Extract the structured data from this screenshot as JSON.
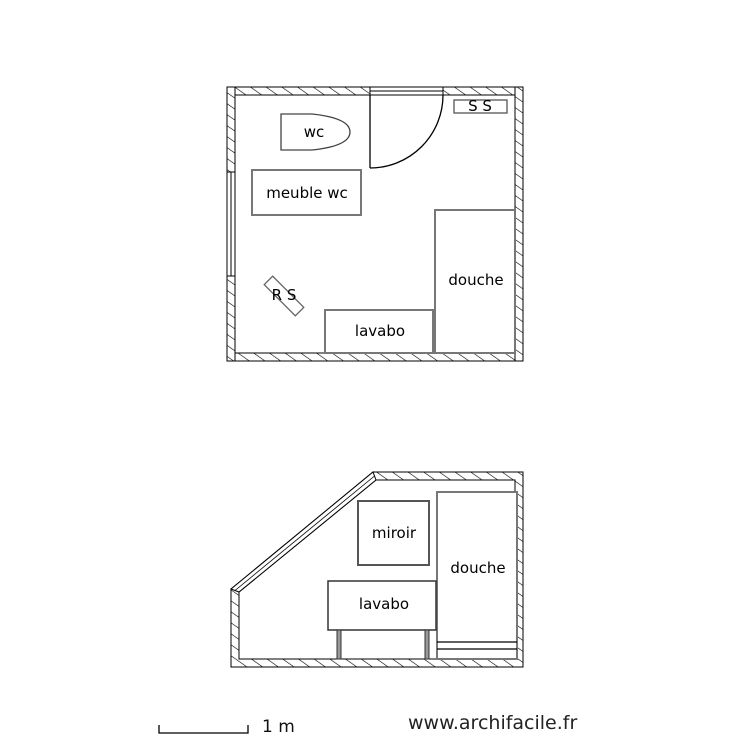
{
  "plans": [
    {
      "name": "floor-plan-top",
      "items": {
        "wc": "wc",
        "meuble_wc": "meuble wc",
        "ss": "S S",
        "rs": "R S",
        "douche": "douche",
        "lavabo": "lavabo"
      }
    },
    {
      "name": "elevation-bottom",
      "items": {
        "miroir": "miroir",
        "douche": "douche",
        "lavabo": "lavabo"
      }
    }
  ],
  "footer": {
    "scale_label": "1 m",
    "site": "www.archifacile.fr"
  },
  "colors": {
    "wall": "#000000",
    "fixture_border": "#808080",
    "background": "#ffffff"
  }
}
